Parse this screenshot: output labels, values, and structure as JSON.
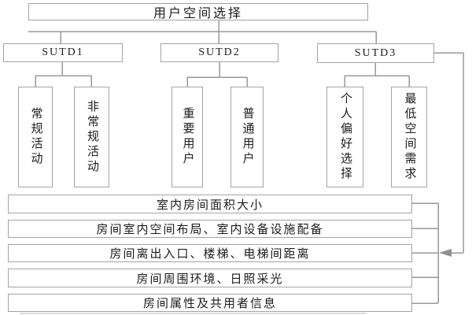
{
  "diagram": {
    "title_node": {
      "label": "用户空间选择"
    },
    "group_nodes": [
      {
        "id": "sutd1",
        "label": "SUTD1"
      },
      {
        "id": "sutd2",
        "label": "SUTD2"
      },
      {
        "id": "sutd3",
        "label": "SUTD3"
      }
    ],
    "leaf_nodes": [
      {
        "parent": "SUTD1",
        "label": "常规活动"
      },
      {
        "parent": "SUTD1",
        "label": "非常规活动"
      },
      {
        "parent": "SUTD2",
        "label": "重要用户"
      },
      {
        "parent": "SUTD2",
        "label": "普通用户"
      },
      {
        "parent": "SUTD3",
        "label": "个人偏好选择"
      },
      {
        "parent": "SUTD3",
        "label": "最低空间需求"
      }
    ],
    "criteria_bars": [
      "室内房间面积大小",
      "房间室内空间布局、室内设备设施配备",
      "房间离出入口、楼梯、电梯间距离",
      "房间周围环境、日照采光",
      "房间属性及共用者信息"
    ],
    "arrow": {
      "direction": "left",
      "at_bar_index": 2
    },
    "colors": {
      "line": "#999999",
      "border": "#a3a3a3",
      "text": "#1c1c1c",
      "arrow_fill": "#8f8f8f",
      "background": "#ffffff"
    }
  }
}
